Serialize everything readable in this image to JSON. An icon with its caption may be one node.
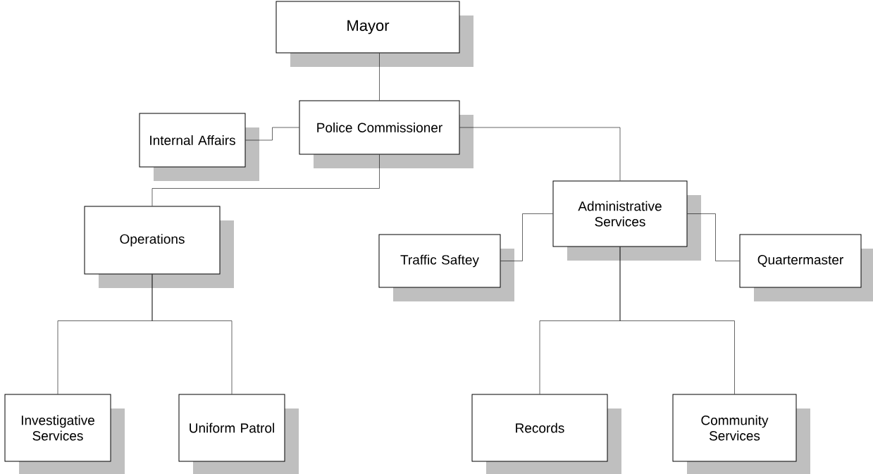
{
  "diagram": {
    "nodes": [
      {
        "text": [
          "Mayor"
        ]
      },
      {
        "text": [
          "Police Commissioner"
        ]
      },
      {
        "text": [
          "Internal Affairs"
        ]
      },
      {
        "text": [
          "Operations"
        ]
      },
      {
        "text": [
          "Administrative Services"
        ]
      },
      {
        "text": [
          "Traffic Saftey"
        ]
      },
      {
        "text": [
          "Quartermaster"
        ]
      },
      {
        "text": [
          "Investigative Services"
        ]
      },
      {
        "text": [
          "Uniform Patrol"
        ]
      },
      {
        "text": [
          "Records"
        ]
      },
      {
        "text": [
          "Community Services"
        ]
      }
    ],
    "edges": [
      {
        "from": 0,
        "to": 1,
        "arrow": "none"
      },
      {
        "from": 1,
        "to": 2,
        "arrow": "none"
      },
      {
        "from": 1,
        "to": 3,
        "arrow": "none"
      },
      {
        "from": 1,
        "to": 4,
        "arrow": "none"
      },
      {
        "from": 4,
        "to": 5,
        "arrow": "none"
      },
      {
        "from": 4,
        "to": 6,
        "arrow": "none"
      },
      {
        "from": 3,
        "to": 7,
        "arrow": "none"
      },
      {
        "from": 3,
        "to": 8,
        "arrow": "none"
      },
      {
        "from": 4,
        "to": 9,
        "arrow": "none"
      },
      {
        "from": 4,
        "to": 10,
        "arrow": "none"
      }
    ]
  }
}
